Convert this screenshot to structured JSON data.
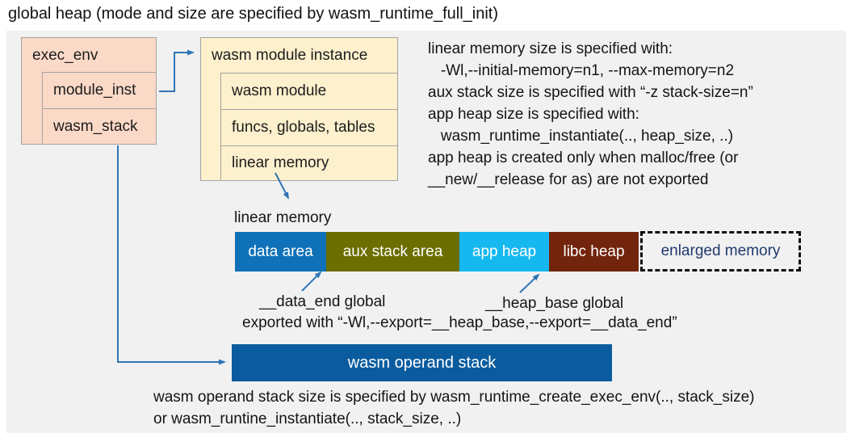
{
  "title": "global heap (mode and size are specified by wasm_runtime_full_init)",
  "exec_env": {
    "label": "exec_env",
    "fields": [
      "module_inst",
      "wasm_stack"
    ]
  },
  "module_instance": {
    "label": "wasm module instance",
    "fields": [
      "wasm module",
      "funcs, globals, tables",
      "linear memory"
    ]
  },
  "notes": {
    "lines": [
      "linear memory size is specified with:",
      "   -Wl,--initial-memory=n1, --max-memory=n2",
      "aux stack size is specified with “-z stack-size=n”",
      "app heap size is specified with:",
      "   wasm_runtime_instantiate(.., heap_size, ..)",
      "app heap is created only when malloc/free (or",
      "__new/__release for as) are not exported"
    ]
  },
  "linear_memory": {
    "label": "linear memory",
    "segments": [
      {
        "label": "data area",
        "color": "#0f72b8"
      },
      {
        "label": "aux stack area",
        "color": "#6c6e00"
      },
      {
        "label": "app heap",
        "color": "#16b8f0"
      },
      {
        "label": "libc heap",
        "color": "#72240c"
      },
      {
        "label": "enlarged memory",
        "color": ""
      }
    ],
    "data_end_label": "__data_end global",
    "heap_base_label": "__heap_base global",
    "export_note": "exported with “-Wl,--export=__heap_base,--export=__data_end”"
  },
  "operand_stack": {
    "label": "wasm operand stack",
    "note_lines": [
      "wasm operand stack size is specified by wasm_runtime_create_exec_env(.., stack_size)",
      "or wasm_runtine_instantiate(.., stack_size, ..)"
    ]
  },
  "colors": {
    "panel_bg": "#f1f1f1",
    "box_exec_env": "#fbd9c7",
    "box_module_instance": "#fdf0cd",
    "operand_bar": "#0a5c9e",
    "arrow": "#2e75b6",
    "enlarged_text": "#1f3a6e"
  }
}
